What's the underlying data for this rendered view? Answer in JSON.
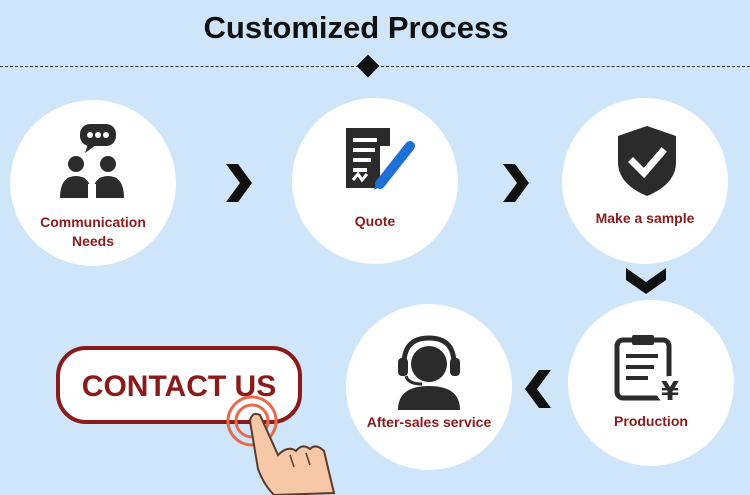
{
  "header": {
    "title": "Customized Process"
  },
  "steps": [
    {
      "label_line1": "Communication",
      "label_line2": "Needs",
      "icon": "people-chat-icon"
    },
    {
      "label": "Quote",
      "icon": "document-pen-icon"
    },
    {
      "label": "Make a sample",
      "icon": "shield-check-icon"
    },
    {
      "label": "Production",
      "icon": "clipboard-yen-icon"
    },
    {
      "label": "After-sales service",
      "icon": "headset-user-icon"
    }
  ],
  "contact": {
    "label": "CONTACT US",
    "icon": "pointing-hand-icon"
  },
  "colors": {
    "background": "#cfe5fa",
    "accent": "#8b1a1a",
    "icon": "#2b2b2b",
    "pen": "#1e6fd6"
  }
}
